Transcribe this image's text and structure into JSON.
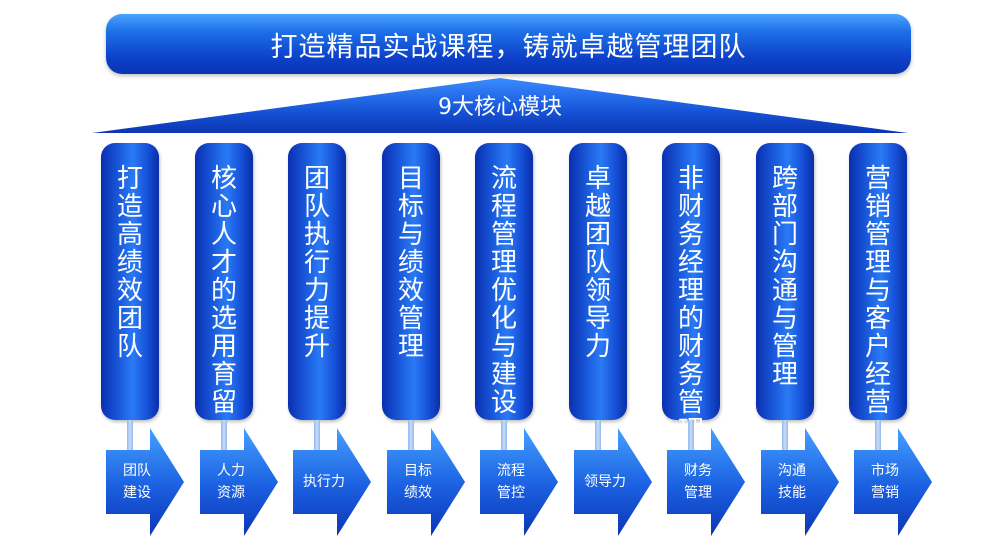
{
  "banner": {
    "title": "打造精品实战课程，铸就卓越管理团队"
  },
  "roof": {
    "label": "9大核心模块"
  },
  "modules": [
    {
      "title": "打造高绩效团队",
      "tag": "团队\n建设"
    },
    {
      "title": "核心人才的选用育留",
      "tag": "人力\n资源"
    },
    {
      "title": "团队执行力提升",
      "tag": "执行力"
    },
    {
      "title": "目标与绩效管理",
      "tag": "目标\n绩效"
    },
    {
      "title": "流程管理优化与建设",
      "tag": "流程\n管控"
    },
    {
      "title": "卓越团队领导力",
      "tag": "领导力"
    },
    {
      "title": "非财务经理的财务管理",
      "tag": "财务\n管理"
    },
    {
      "title": "跨部门沟通与管理",
      "tag": "沟通\n技能"
    },
    {
      "title": "营销管理与客户经营",
      "tag": "市场\n营销"
    }
  ],
  "colors": {
    "primary": "#1550d6",
    "dark": "#0b2fa8",
    "light": "#3f95ff"
  }
}
